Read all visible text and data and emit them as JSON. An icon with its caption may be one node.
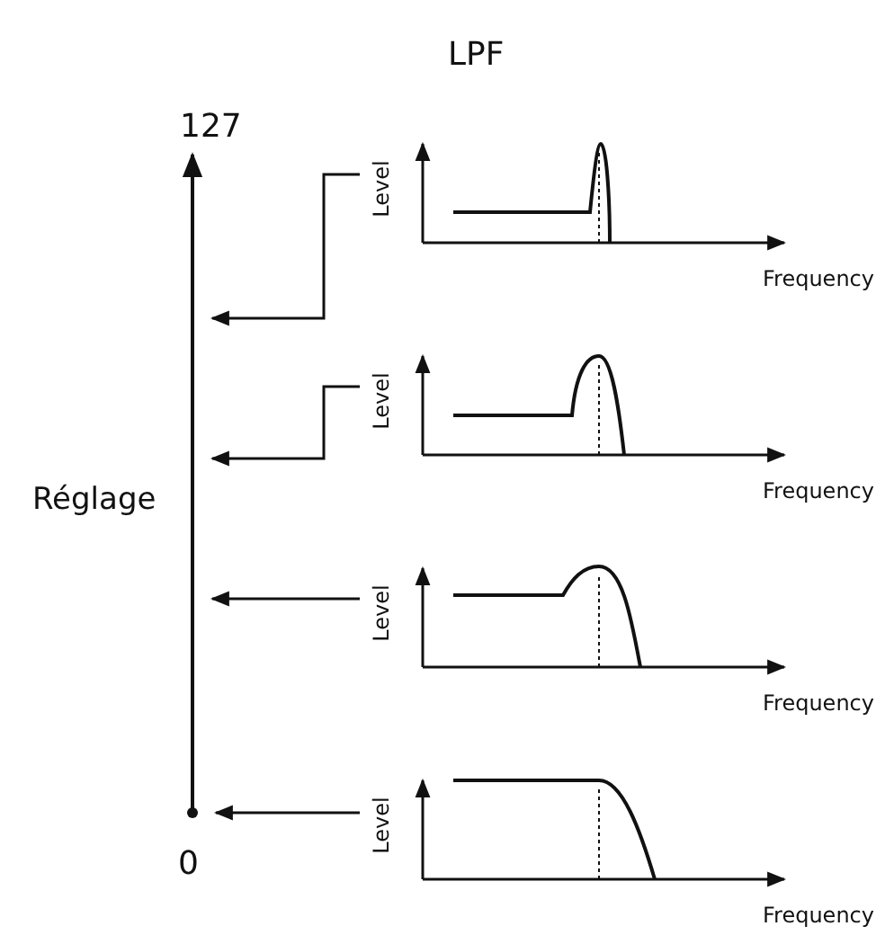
{
  "diagram": {
    "title": "LPF",
    "nodes": [
      {
        "text": [
          "Level",
          "Frequency"
        ]
      },
      {
        "text": [
          "Level",
          "Frequency"
        ]
      },
      {
        "text": [
          "Level",
          "Frequency"
        ]
      },
      {
        "text": [
          "Level",
          "Frequency"
        ]
      }
    ],
    "edges": [
      {
        "from": 0,
        "to": null,
        "arrow": "to"
      },
      {
        "from": 1,
        "to": null,
        "arrow": "to"
      },
      {
        "from": 2,
        "to": null,
        "arrow": "to"
      },
      {
        "from": 3,
        "to": null,
        "arrow": "to"
      }
    ],
    "labels": [
      "127",
      "Réglage",
      "0"
    ]
  }
}
